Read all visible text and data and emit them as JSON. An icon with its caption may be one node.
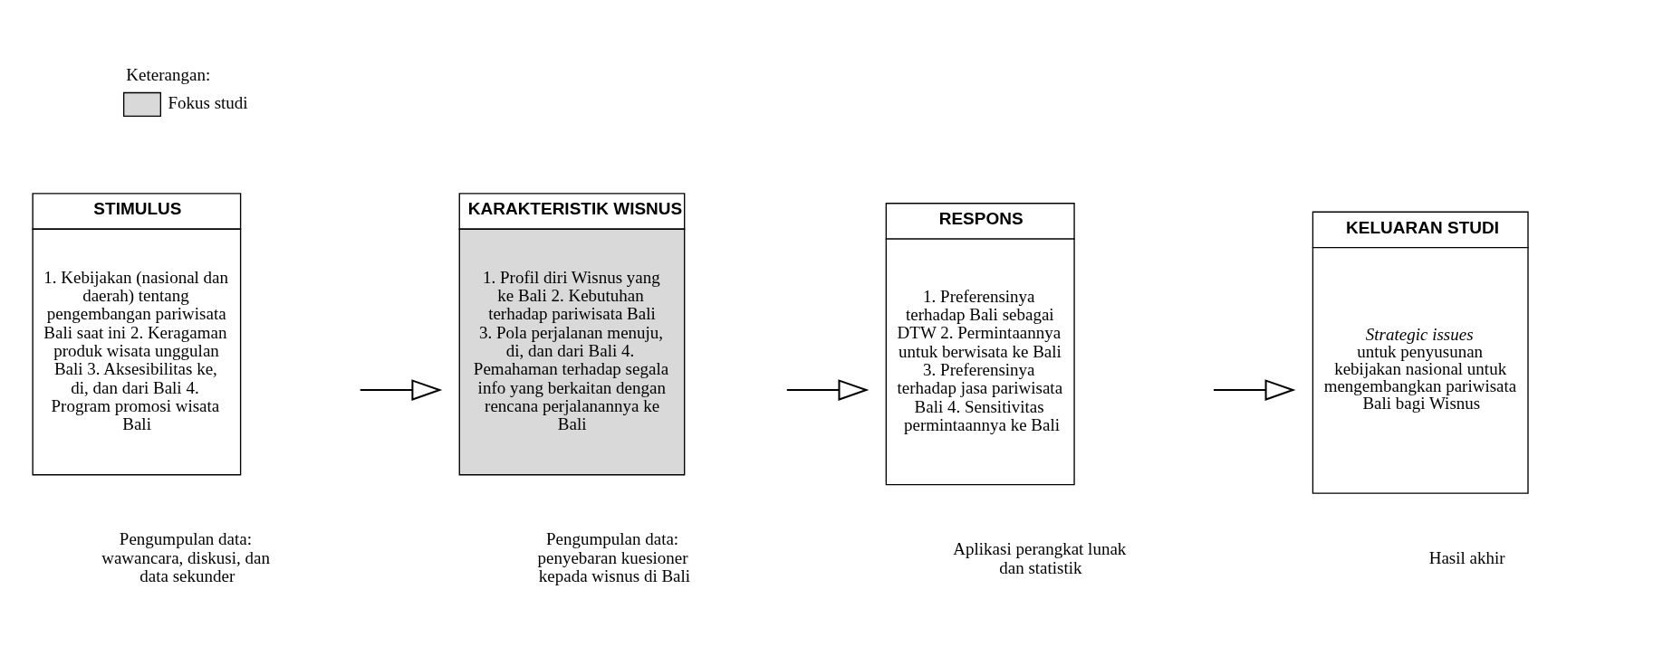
{
  "diagram": {
    "nodes": [
      {
        "text": [
          "STIMULUS",
          "1. Kebijakan (nasional dan daerah) tentang pengembangan pariwisata Bali saat ini 2. Keragaman produk wisata unggulan Bali 3. Aksesibilitas ke, di, dan dari Bali 4. Program promosi wisata Bali"
        ],
        "beside": [
          "Pengumpulan data: wawancara, diskusi, dan data sekunder"
        ]
      },
      {
        "text": [
          "KARAKTERISTIK WISNUS",
          "1. Profil diri Wisnus yang ke Bali 2. Kebutuhan terhadap pariwisata Bali 3. Pola perjalanan menuju, di, dan dari Bali 4. Pemahaman terhadap segala info yang berkaitan dengan rencana perjalanannya ke Bali"
        ],
        "beside": [
          "Pengumpulan data: penyebaran kuesioner kepada wisnus di Bali"
        ]
      },
      {
        "text": [
          "RESPONS",
          "1. Preferensinya terhadap Bali sebagai DTW 2. Permintaannya untuk berwisata ke Bali 3. Preferensinya terhadap jasa pariwisata Bali 4. Sensitivitas permintaannya ke Bali"
        ],
        "beside": [
          "Aplikasi perangkat lunak dan statistik"
        ]
      },
      {
        "text": [
          "KELUARAN STUDI",
          "*Strategic issues* untuk penyusunan kebijakan nasional untuk mengembangkan pariwisata Bali bagi Wisnus"
        ],
        "beside": [
          "Hasil akhir"
        ]
      }
    ],
    "edges": [
      {
        "from": 0,
        "to": 1,
        "arrow": "to"
      },
      {
        "from": 1,
        "to": 2,
        "arrow": "to"
      },
      {
        "from": 2,
        "to": 3,
        "arrow": "to"
      }
    ],
    "labels": [
      "Keterangan:"
    ],
    "legend": [
      {
        "text": "Fokus studi",
        "color": "#d9d9d9"
      }
    ]
  }
}
